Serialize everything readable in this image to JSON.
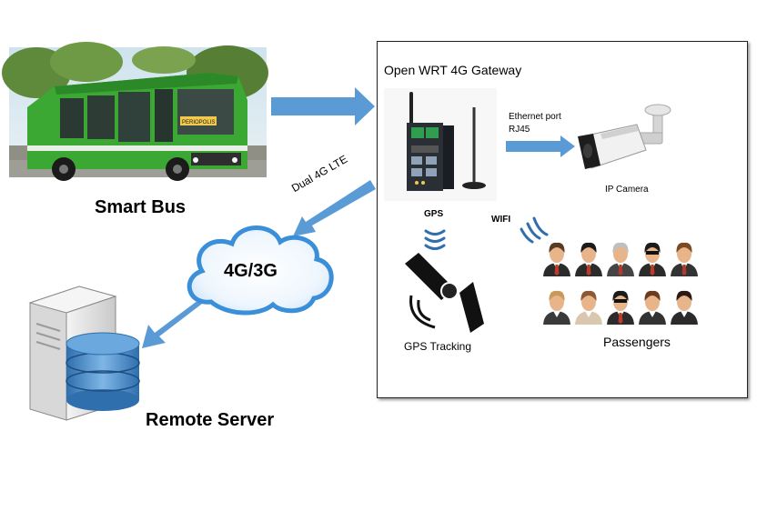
{
  "labels": {
    "smart_bus": "Smart Bus",
    "remote_server": "Remote Server",
    "gateway_title": "Open WRT 4G Gateway",
    "ethernet_port": "Ethernet port",
    "rj45": "RJ45",
    "ip_camera": "IP Camera",
    "gps": "GPS",
    "wifi": "WIFI",
    "gps_tracking": "GPS Tracking",
    "passengers": "Passengers",
    "dual_lte": "Dual 4G LTE",
    "cloud": "4G/3G"
  },
  "bus": {
    "route_display": "PERIOPOLIS"
  },
  "colors": {
    "arrow_blue": "#5b9bd5",
    "bus_green": "#3aa832",
    "cloud_blue": "#3a8fd8",
    "gateway_dark": "#2a2f36"
  },
  "icons": [
    "bus-photo",
    "server-icon",
    "database-icon",
    "cloud-icon",
    "gateway-device",
    "camera-icon",
    "satellite-icon",
    "wifi-icon",
    "passenger-icon"
  ]
}
